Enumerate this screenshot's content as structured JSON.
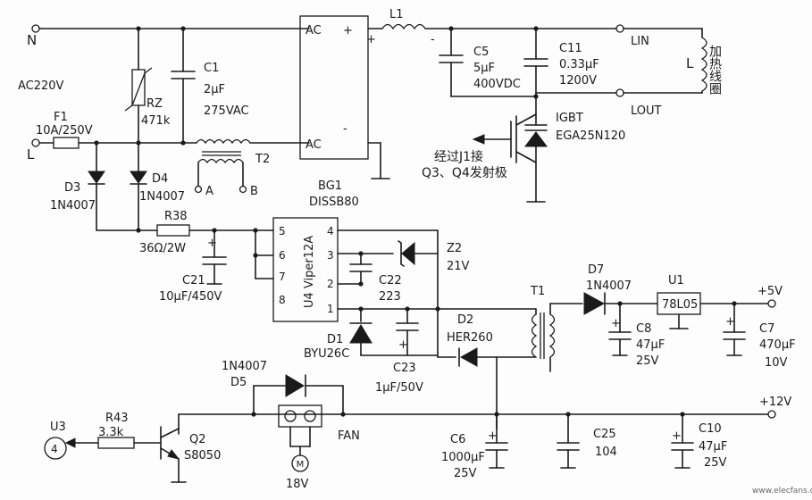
{
  "labels": {
    "n": "N",
    "l": "L",
    "ac220v": "AC220V",
    "f1_name": "F1",
    "f1_val": "10A/250V",
    "rz_name": "RZ",
    "rz_val": "471k",
    "c1_name": "C1",
    "c1_v1": "2μF",
    "c1_v2": "275VAC",
    "ac_top": "AC",
    "ac_bot": "AC",
    "plus_top": "+",
    "minus_top": "-",
    "bridge_plus": "+",
    "bridge_minus": "-",
    "l1": "L1",
    "c5_name": "C5",
    "c5_v1": "5μF",
    "c5_v2": "400VDC",
    "c11_name": "C11",
    "c11_v1": "0.33μF",
    "c11_v2": "1200V",
    "lin": "LIN",
    "lout": "LOUT",
    "l_coil": "L",
    "heater_label": "加热线圈",
    "igbt_name": "IGBT",
    "igbt_val": "EGA25N120",
    "gate_note1": "经过J1接",
    "gate_note2": "Q3、Q4发射极",
    "t2": "T2",
    "ta": "A",
    "tb": "B",
    "d3_name": "D3",
    "d3_val": "1N4007",
    "d4_name": "D4",
    "d4_val": "1N4007",
    "bg1_name": "BG1",
    "bg1_val": "DISSB80",
    "r38_name": "R38",
    "r38_val": "36Ω/2W",
    "c21_name": "C21",
    "c21_val": "10μF/450V",
    "u4": "U4 Viper12A",
    "pin5": "5",
    "pin6": "6",
    "pin7": "7",
    "pin8": "8",
    "pin4": "4",
    "pin3": "3",
    "pin2": "2",
    "pin1": "1",
    "c22_name": "C22",
    "c22_val": "223",
    "z2_name": "Z2",
    "z2_val": "21V",
    "d1_name": "D1",
    "d1_val": "BYU26C",
    "c23_name": "C23",
    "c23_val": "1μF/50V",
    "d2_name": "D2",
    "d2_val": "HER260",
    "t1": "T1",
    "d7_name": "D7",
    "d7_val": "1N4007",
    "u1_name": "U1",
    "u1_val": "78L05",
    "c8_name": "C8",
    "c8_v1": "47μF",
    "c8_v2": "25V",
    "c7_name": "C7",
    "c7_v1": "470μF",
    "c7_v2": "10V",
    "plus5v": "+5V",
    "plus12v": "+12V",
    "d5_name": "D5",
    "d5_val": "1N4007",
    "fan": "FAN",
    "motor_v": "18V",
    "u3": "U3",
    "u3_pin": "4",
    "r43_name": "R43",
    "r43_val": "3.3k",
    "q2_name": "Q2",
    "q2_val": "S8050",
    "c6_name": "C6",
    "c6_v1": "1000μF",
    "c6_v2": "25V",
    "c25_name": "C25",
    "c25_val": "104",
    "c10_name": "C10",
    "c10_v1": "47μF",
    "c10_v2": "25V",
    "cap_plus": "+",
    "watermark": "www.elecfans.com"
  }
}
